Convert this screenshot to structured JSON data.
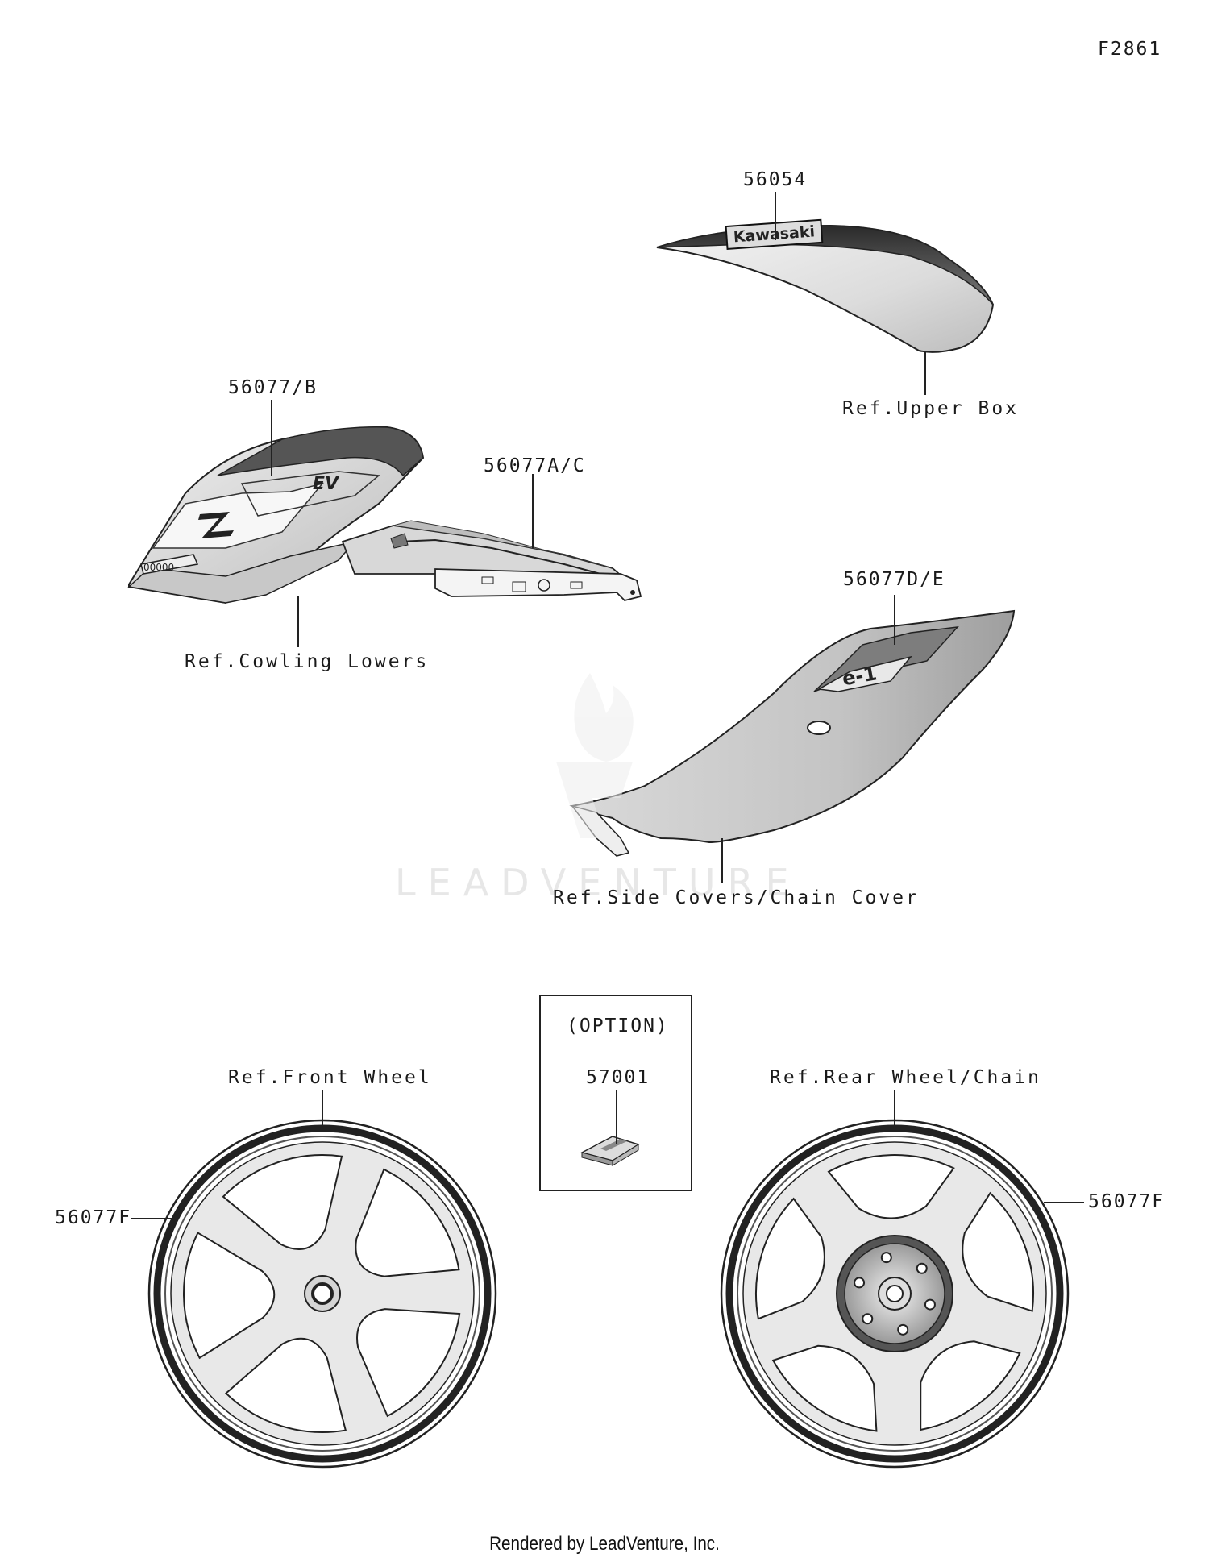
{
  "figure_id": "F2861",
  "callouts": {
    "upper_box_part": "56054",
    "upper_box_ref": "Ref.Upper Box",
    "cowl_part_b": "56077/B",
    "cowl_part_ac": "56077A/C",
    "cowl_ref": "Ref.Cowling Lowers",
    "side_part": "56077D/E",
    "side_ref": "Ref.Side Covers/Chain Cover",
    "option_label": "(OPTION)",
    "option_part": "57001",
    "front_wheel_ref": "Ref.Front Wheel",
    "front_wheel_part": "56077F",
    "rear_wheel_ref": "Ref.Rear Wheel/Chain",
    "rear_wheel_part": "56077F"
  },
  "decal_text": {
    "upper_box_logo": "Kawasaki",
    "cowl_badge": "EV",
    "side_badge": "e-1"
  },
  "watermark": "LEADVENTURE",
  "footer": "Rendered by LeadVenture, Inc.",
  "colors": {
    "line": "#1a1a1a",
    "panel_light": "#eeeeee",
    "panel_mid": "#cfcfcf",
    "panel_dark": "#4a4a4a",
    "watermark": "#e7e7e7"
  }
}
